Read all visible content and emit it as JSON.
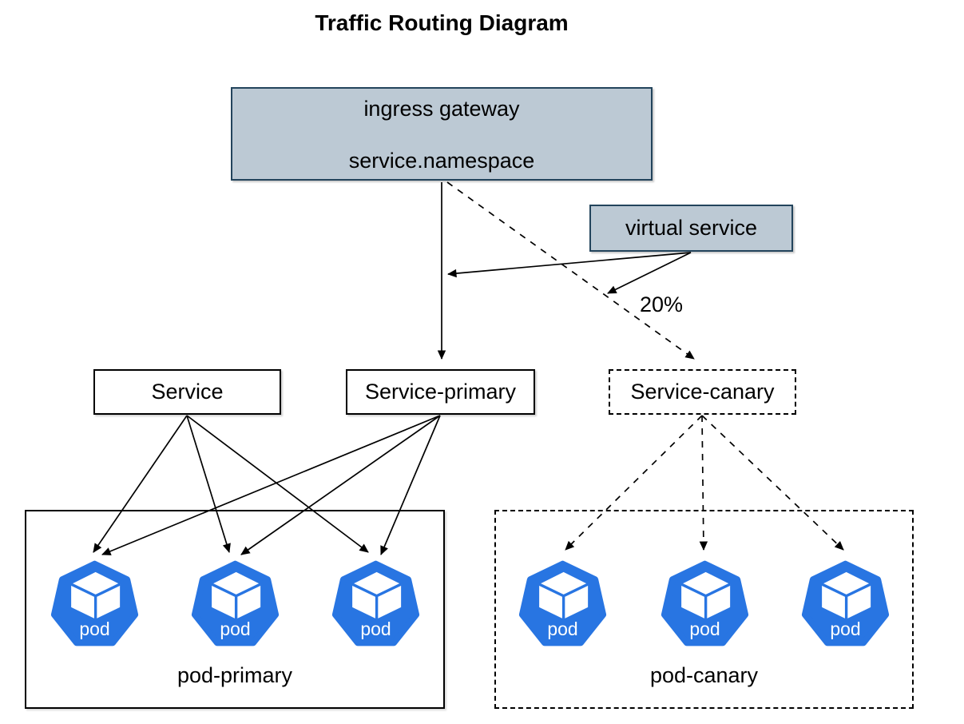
{
  "title": "Traffic Routing Diagram",
  "nodes": {
    "ingress_gateway": {
      "title": "ingress gateway",
      "subtitle": "service.namespace"
    },
    "virtual_service": {
      "label": "virtual service"
    },
    "service": {
      "label": "Service"
    },
    "service_primary": {
      "label": "Service-primary"
    },
    "service_canary": {
      "label": "Service-canary"
    }
  },
  "groups": {
    "pod_primary": {
      "label": "pod-primary",
      "pod_count": 3
    },
    "pod_canary": {
      "label": "pod-canary",
      "pod_count": 3
    }
  },
  "pod": {
    "label": "pod"
  },
  "edges": {
    "canary_weight": "20%"
  },
  "colors": {
    "node_fill": "#bcc9d4",
    "node_stroke": "#23445c",
    "pod_blue": "#2875e2",
    "line": "#000000",
    "background": "#ffffff"
  }
}
